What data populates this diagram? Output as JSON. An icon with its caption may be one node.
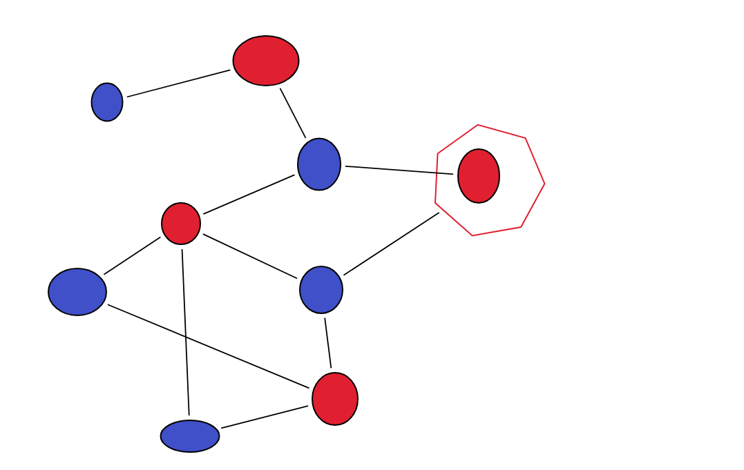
{
  "diagram": {
    "nodes": [
      {
        "text": [],
        "shape": "circle"
      },
      {
        "text": [],
        "shape": "circle"
      },
      {
        "text": [],
        "shape": "circle"
      },
      {
        "text": [],
        "shape": "heptagon"
      },
      {
        "text": [],
        "shape": "circle",
        "in": 3
      },
      {
        "text": [],
        "shape": "circle"
      },
      {
        "text": [],
        "shape": "circle"
      },
      {
        "text": [],
        "shape": "circle"
      },
      {
        "text": [],
        "shape": "circle"
      },
      {
        "text": [],
        "shape": "circle"
      }
    ],
    "edges": [
      {
        "from": 0,
        "to": 1,
        "arrow": "none"
      },
      {
        "from": 1,
        "to": 2,
        "arrow": "none"
      },
      {
        "from": 2,
        "to": 4,
        "arrow": "none"
      },
      {
        "from": 5,
        "to": 2,
        "arrow": "none"
      },
      {
        "from": 5,
        "to": 6,
        "arrow": "none"
      },
      {
        "from": 5,
        "to": 7,
        "arrow": "none"
      },
      {
        "from": 5,
        "to": 9,
        "arrow": "none"
      },
      {
        "from": 6,
        "to": 8,
        "arrow": "none"
      },
      {
        "from": 7,
        "to": 3,
        "arrow": "none"
      },
      {
        "from": 7,
        "to": 8,
        "arrow": "none"
      },
      {
        "from": 8,
        "to": 9,
        "arrow": "none"
      }
    ]
  }
}
